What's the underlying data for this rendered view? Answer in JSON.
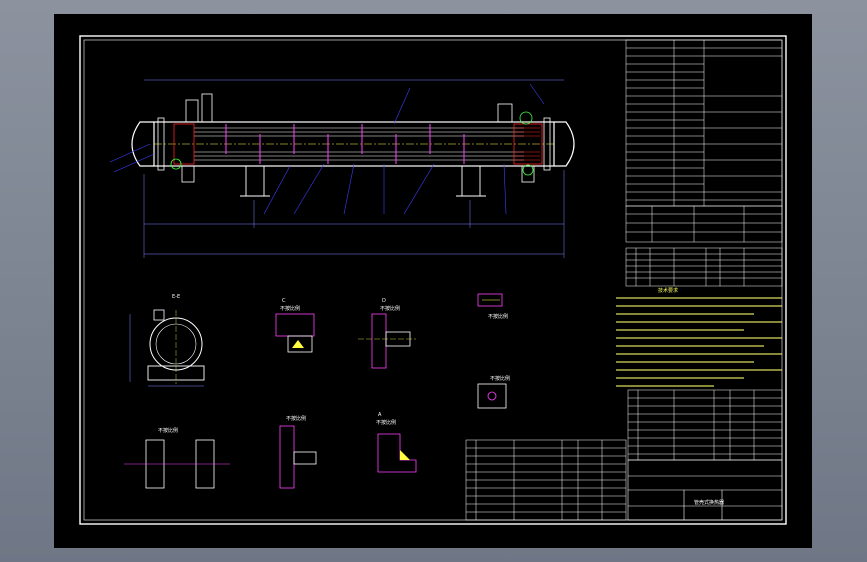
{
  "drawing": {
    "section_titles": [
      "E-E",
      "不按比例",
      "不按比例",
      "不按比例",
      "不按比例",
      "不按比例",
      "不按比例",
      "不按比例"
    ],
    "view_letters": [
      "E-E",
      "C",
      "D",
      "A"
    ],
    "notes_title": "技术要求",
    "title_block_label": "管壳式换热器"
  },
  "colors": {
    "background": "#000000",
    "frame_line": "#ffffff",
    "vessel": "#ffffff",
    "dimension": "#7f7fff",
    "leader": "#3f3fff",
    "hatch": "#ff2020",
    "detail": "#ff40ff",
    "centerline": "#ffff40",
    "weld": "#40ff40",
    "accent": "#00ffff"
  }
}
